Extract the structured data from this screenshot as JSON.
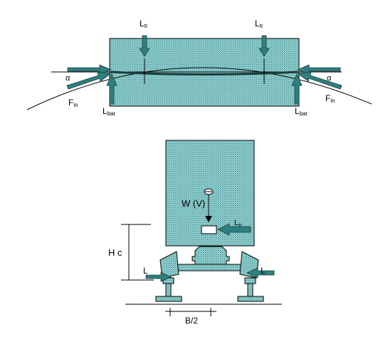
{
  "top_view": {
    "labels": {
      "ltr_left": {
        "main": "L",
        "sub": "tr"
      },
      "ltr_right": {
        "main": "L",
        "sub": "tr"
      },
      "alpha_left": "α",
      "alpha_right": "α",
      "fin_left": {
        "main": "F",
        "sub": "in"
      },
      "fin_right": {
        "main": "F",
        "sub": "in"
      },
      "lbar_left": {
        "main": "L",
        "sub": "bar"
      },
      "lbar_right": {
        "main": "L",
        "sub": "bar"
      }
    }
  },
  "side_view": {
    "labels": {
      "weight": "W (V)",
      "lt": {
        "main": "L",
        "sub": "tr"
      },
      "height": "H c",
      "lateral_left": "L",
      "lateral_right": "L",
      "half_gauge": "B/2"
    }
  },
  "colors": {
    "body_fill": "#8fd0d0",
    "arrow_fill": "#2f7f7f",
    "line": "#000000"
  }
}
